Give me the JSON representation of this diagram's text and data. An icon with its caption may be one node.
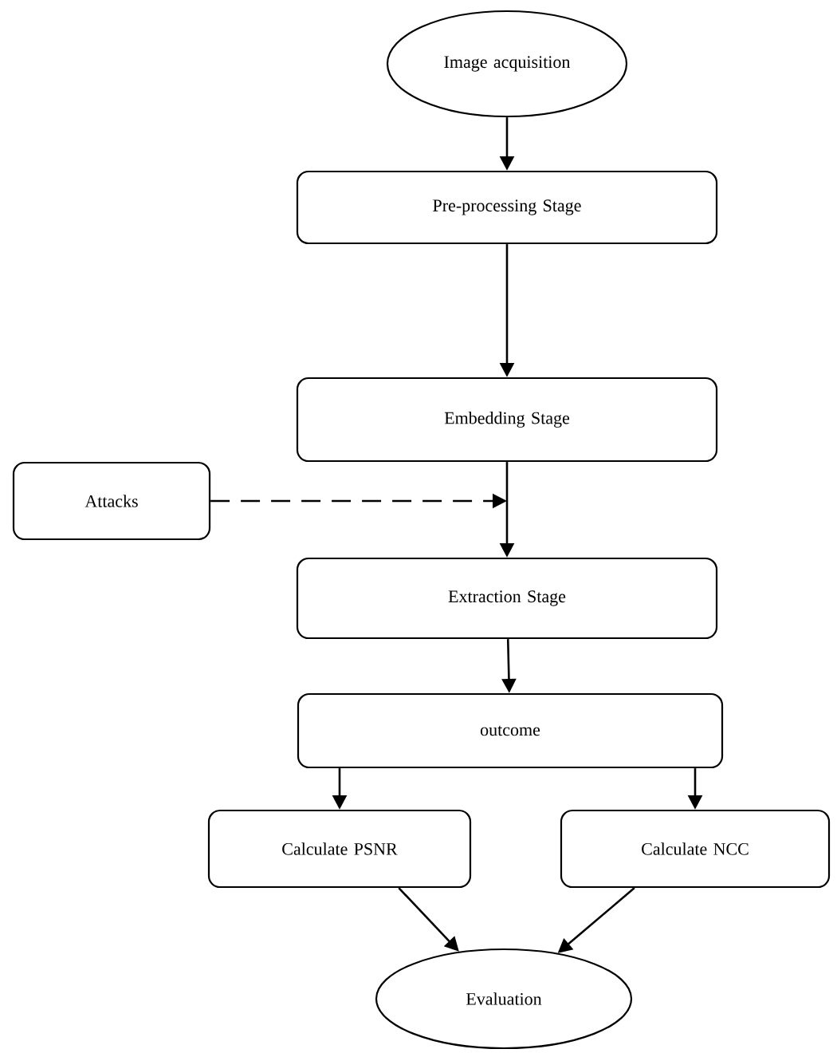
{
  "diagram": {
    "nodes": [
      {
        "text": [
          "Image acquisition"
        ]
      },
      {
        "text": [
          "Pre-processing Stage"
        ]
      },
      {
        "text": [
          "Embedding Stage"
        ]
      },
      {
        "text": [
          "Attacks"
        ]
      },
      {
        "text": [
          "Extraction Stage"
        ]
      },
      {
        "text": [
          "outcome"
        ]
      },
      {
        "text": [
          "Calculate PSNR"
        ]
      },
      {
        "text": [
          "Calculate NCC"
        ]
      },
      {
        "text": [
          "Evaluation"
        ]
      }
    ],
    "edges": [
      {
        "from": 0,
        "to": 1,
        "arrow": "to"
      },
      {
        "from": 1,
        "to": 2,
        "arrow": "to"
      },
      {
        "from": 2,
        "to": 4,
        "arrow": "to"
      },
      {
        "from": 3,
        "to": null,
        "arrow": "to",
        "style": "dashed"
      },
      {
        "from": 4,
        "to": 5,
        "arrow": "to"
      },
      {
        "from": 5,
        "to": 6,
        "arrow": "to"
      },
      {
        "from": 5,
        "to": 7,
        "arrow": "to"
      },
      {
        "from": 6,
        "to": 8,
        "arrow": "to"
      },
      {
        "from": 7,
        "to": 8,
        "arrow": "to"
      }
    ]
  }
}
